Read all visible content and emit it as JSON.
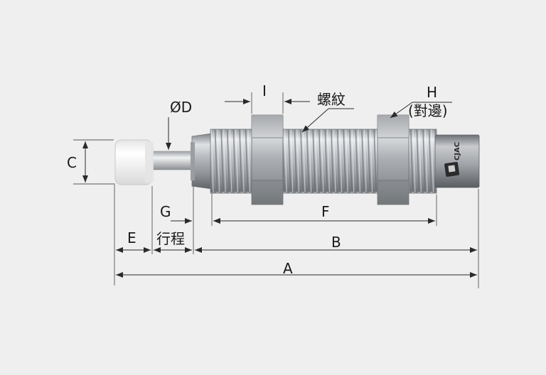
{
  "labels": {
    "A": "A",
    "B": "B",
    "C": "C",
    "D": "ØD",
    "E": "E",
    "F": "F",
    "G": "G",
    "H": "H",
    "H_sub": "(對邊)",
    "I": "I",
    "stroke": "行程",
    "thread": "螺紋"
  },
  "logo": {
    "text": "CJAC"
  },
  "colors": {
    "background": "#efefef",
    "steel": "#b9bcc0",
    "cap": "#f4f4f4",
    "dimension_line": "#2a2a2a"
  }
}
